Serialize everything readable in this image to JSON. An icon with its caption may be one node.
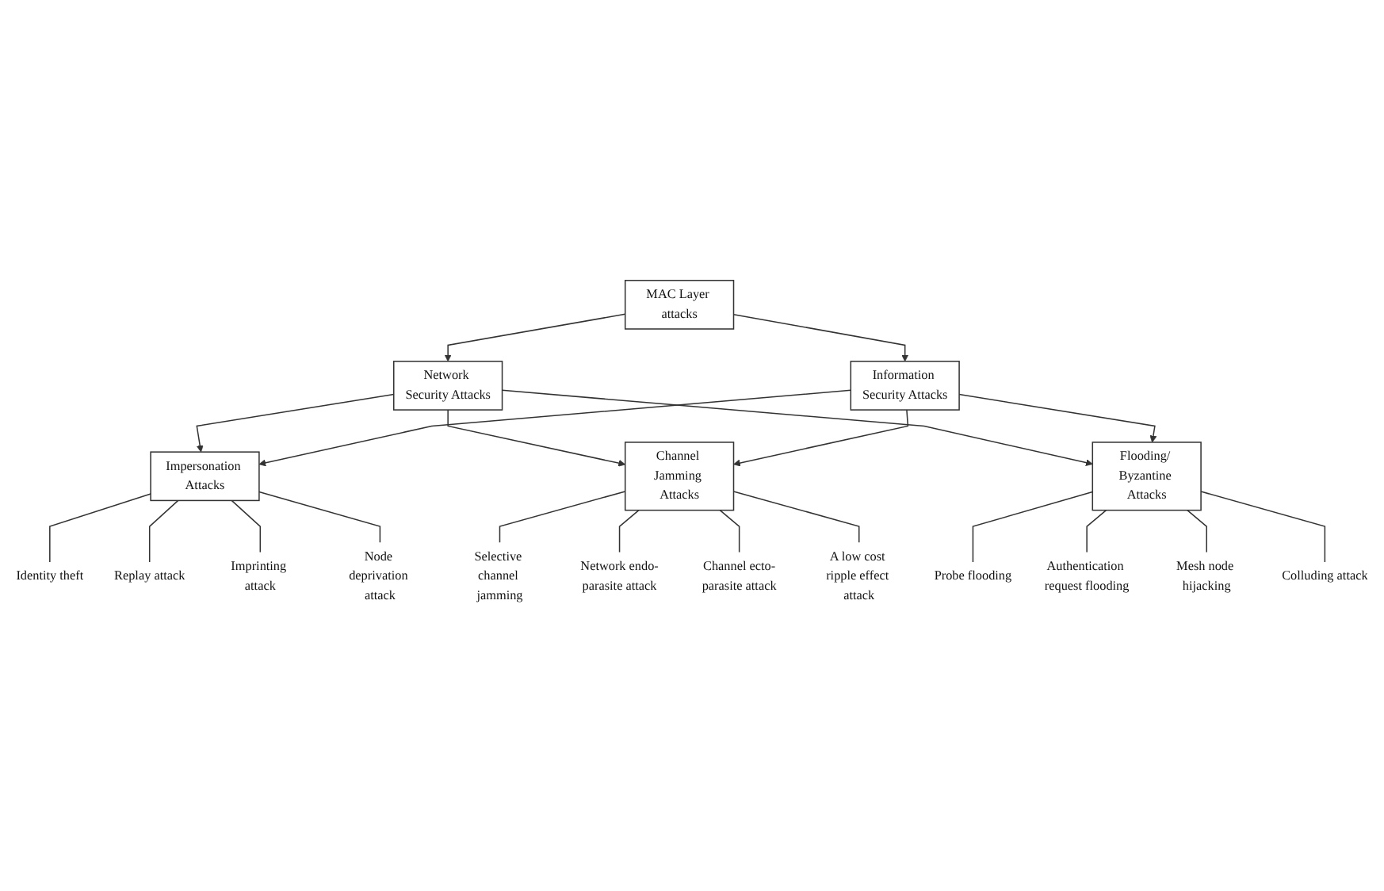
{
  "diagram": {
    "nodes": [
      {
        "text": [
          "MAC Layer attacks"
        ]
      },
      {
        "text": [
          "Network Security Attacks"
        ]
      },
      {
        "text": [
          "Information Security Attacks"
        ]
      },
      {
        "text": [
          "Impersonation Attacks"
        ]
      },
      {
        "text": [
          "Channel Jamming Attacks"
        ]
      },
      {
        "text": [
          "Flooding/ Byzantine Attacks"
        ]
      },
      {
        "text": [
          "Identity theft"
        ]
      },
      {
        "text": [
          "Replay attack"
        ]
      },
      {
        "text": [
          "Imprinting attack"
        ]
      },
      {
        "text": [
          "Node deprivation attack"
        ]
      },
      {
        "text": [
          "Selective channel jamming"
        ]
      },
      {
        "text": [
          "Network endo-parasite attack"
        ]
      },
      {
        "text": [
          "Channel ecto-parasite attack"
        ]
      },
      {
        "text": [
          "A low cost ripple effect attack"
        ]
      },
      {
        "text": [
          "Probe flooding"
        ]
      },
      {
        "text": [
          "Authentication request flooding"
        ]
      },
      {
        "text": [
          "Mesh node hijacking"
        ]
      },
      {
        "text": [
          "Colluding attack"
        ]
      }
    ],
    "edges": [
      {
        "from": 0,
        "to": 1,
        "arrow": "to"
      },
      {
        "from": 0,
        "to": 2,
        "arrow": "to"
      },
      {
        "from": 1,
        "to": 3,
        "arrow": "to"
      },
      {
        "from": 1,
        "to": 4,
        "arrow": "to"
      },
      {
        "from": 1,
        "to": 5,
        "arrow": "to"
      },
      {
        "from": 2,
        "to": 3,
        "arrow": "to"
      },
      {
        "from": 2,
        "to": 4,
        "arrow": "to"
      },
      {
        "from": 2,
        "to": 5,
        "arrow": "to"
      },
      {
        "from": 3,
        "to": 6,
        "arrow": "none"
      },
      {
        "from": 3,
        "to": 7,
        "arrow": "none"
      },
      {
        "from": 3,
        "to": 8,
        "arrow": "none"
      },
      {
        "from": 3,
        "to": 9,
        "arrow": "none"
      },
      {
        "from": 4,
        "to": 10,
        "arrow": "none"
      },
      {
        "from": 4,
        "to": 11,
        "arrow": "none"
      },
      {
        "from": 4,
        "to": 12,
        "arrow": "none"
      },
      {
        "from": 4,
        "to": 13,
        "arrow": "none"
      },
      {
        "from": 5,
        "to": 14,
        "arrow": "none"
      },
      {
        "from": 5,
        "to": 15,
        "arrow": "none"
      },
      {
        "from": 5,
        "to": 16,
        "arrow": "none"
      },
      {
        "from": 5,
        "to": 17,
        "arrow": "none"
      }
    ]
  }
}
